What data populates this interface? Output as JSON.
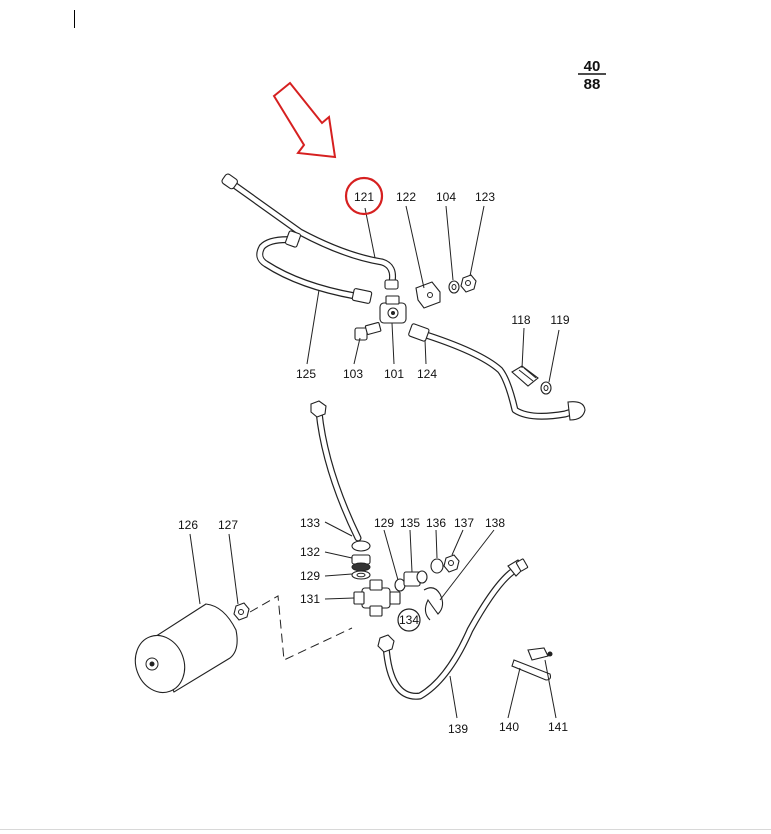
{
  "page": {
    "fraction_top": "40",
    "fraction_bottom": "88"
  },
  "highlight": {
    "color": "#d62020",
    "part": "121"
  },
  "part_labels": {
    "p121": "121",
    "p122": "122",
    "p104": "104",
    "p123": "123",
    "p118": "118",
    "p119": "119",
    "p125": "125",
    "p103": "103",
    "p101": "101",
    "p124": "124",
    "p126": "126",
    "p127": "127",
    "p133": "133",
    "p132": "132",
    "p129a": "129",
    "p131": "131",
    "p129b": "129",
    "p135": "135",
    "p136": "136",
    "p137": "137",
    "p138": "138",
    "p134": "134",
    "p139": "139",
    "p140": "140",
    "p141": "141"
  }
}
